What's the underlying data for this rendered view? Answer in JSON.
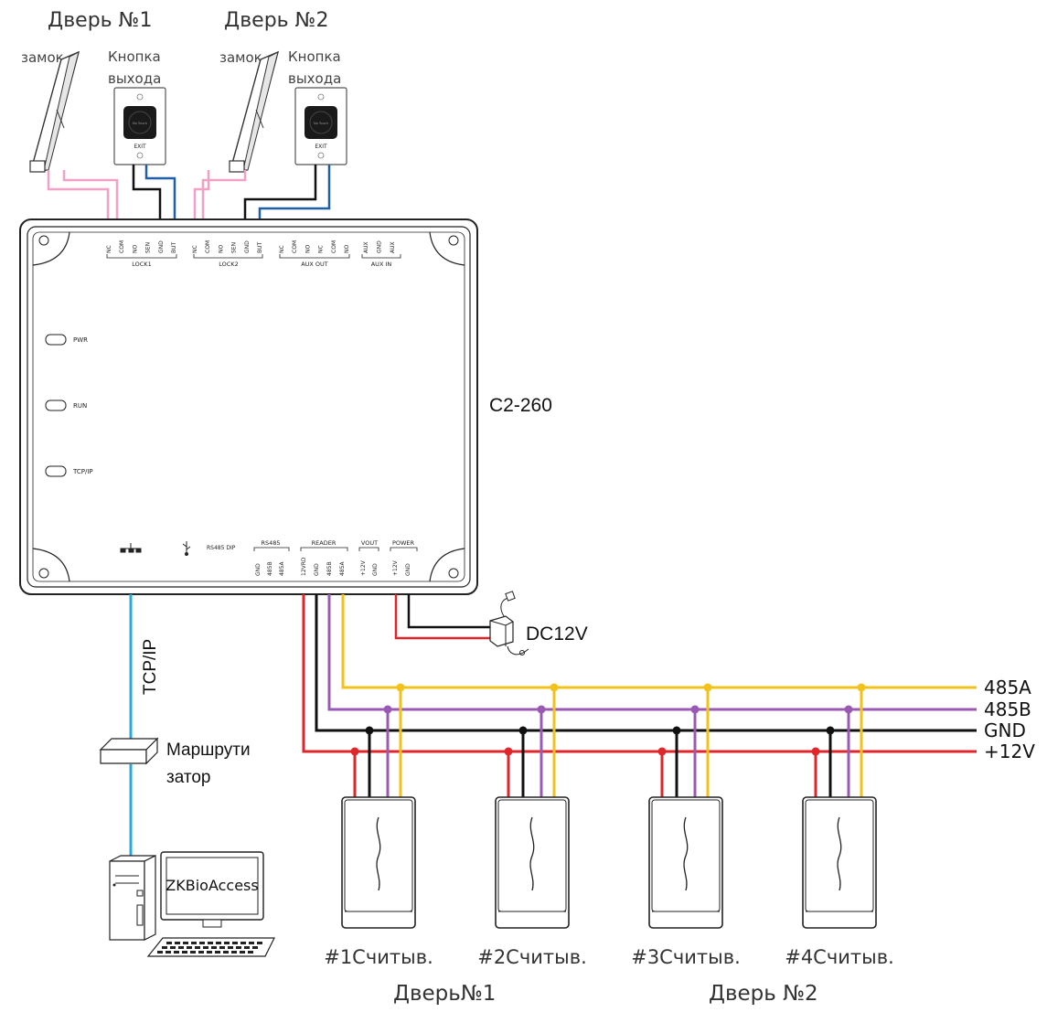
{
  "doors": {
    "door1": "Дверь №1",
    "door2": "Дверь №2",
    "lock_label": "замок",
    "exit_button_label_line1": "Кнопка",
    "exit_button_label_line2": "выхода",
    "exit_text": "EXIT",
    "no_touch_text": "No Touch"
  },
  "controller": {
    "model": "C2-260",
    "terminal_groups": [
      {
        "name": "LOCK1",
        "pins": [
          "NC",
          "COM",
          "NO",
          "SEN",
          "GND",
          "BUT"
        ]
      },
      {
        "name": "LOCK2",
        "pins": [
          "NC",
          "COM",
          "NO",
          "SEN",
          "GND",
          "BUT"
        ]
      },
      {
        "name": "AUX OUT",
        "pins": [
          "NC",
          "COM",
          "NO",
          "NC",
          "COM",
          "NO"
        ]
      },
      {
        "name": "AUX IN",
        "pins": [
          "AUX",
          "GND",
          "AUX"
        ]
      },
      {
        "name": "RS485",
        "pins": [
          "GND",
          "485B",
          "485A"
        ]
      },
      {
        "name": "READER",
        "pins": [
          "12VRD",
          "GND",
          "485B",
          "485A"
        ]
      },
      {
        "name": "VOUT",
        "pins": [
          "+12V",
          "GND"
        ]
      },
      {
        "name": "POWER",
        "pins": [
          "+12V",
          "GND"
        ]
      }
    ],
    "leds": [
      "PWR",
      "RUN",
      "TCP/IP"
    ],
    "dip_label": "RS485 DIP"
  },
  "power_supply": {
    "label": "DC12V"
  },
  "bus": {
    "lines": [
      {
        "label": "485A",
        "color": "#f2c21b"
      },
      {
        "label": "485B",
        "color": "#9b59b6"
      },
      {
        "label": "GND",
        "color": "#111111"
      },
      {
        "label": "+12V",
        "color": "#e0262b"
      }
    ]
  },
  "readers": {
    "items": [
      "#1Считыв.",
      "#2Считыв.",
      "#3Считыв.",
      "#4Считыв."
    ],
    "door_labels": [
      "Дверь№1",
      "Дверь №2"
    ]
  },
  "network": {
    "tcp_label": "TCP/IP",
    "router_line1": "Маршрути",
    "router_line2": "затор",
    "software": "ZKBioAccess",
    "line_color": "#2aa8e0"
  },
  "wire_colors": {
    "pink": "#f0a1c5",
    "black": "#111111",
    "blue": "#1f5fa8",
    "red": "#e0262b",
    "yellow": "#f2c21b",
    "purple": "#9b59b6"
  }
}
